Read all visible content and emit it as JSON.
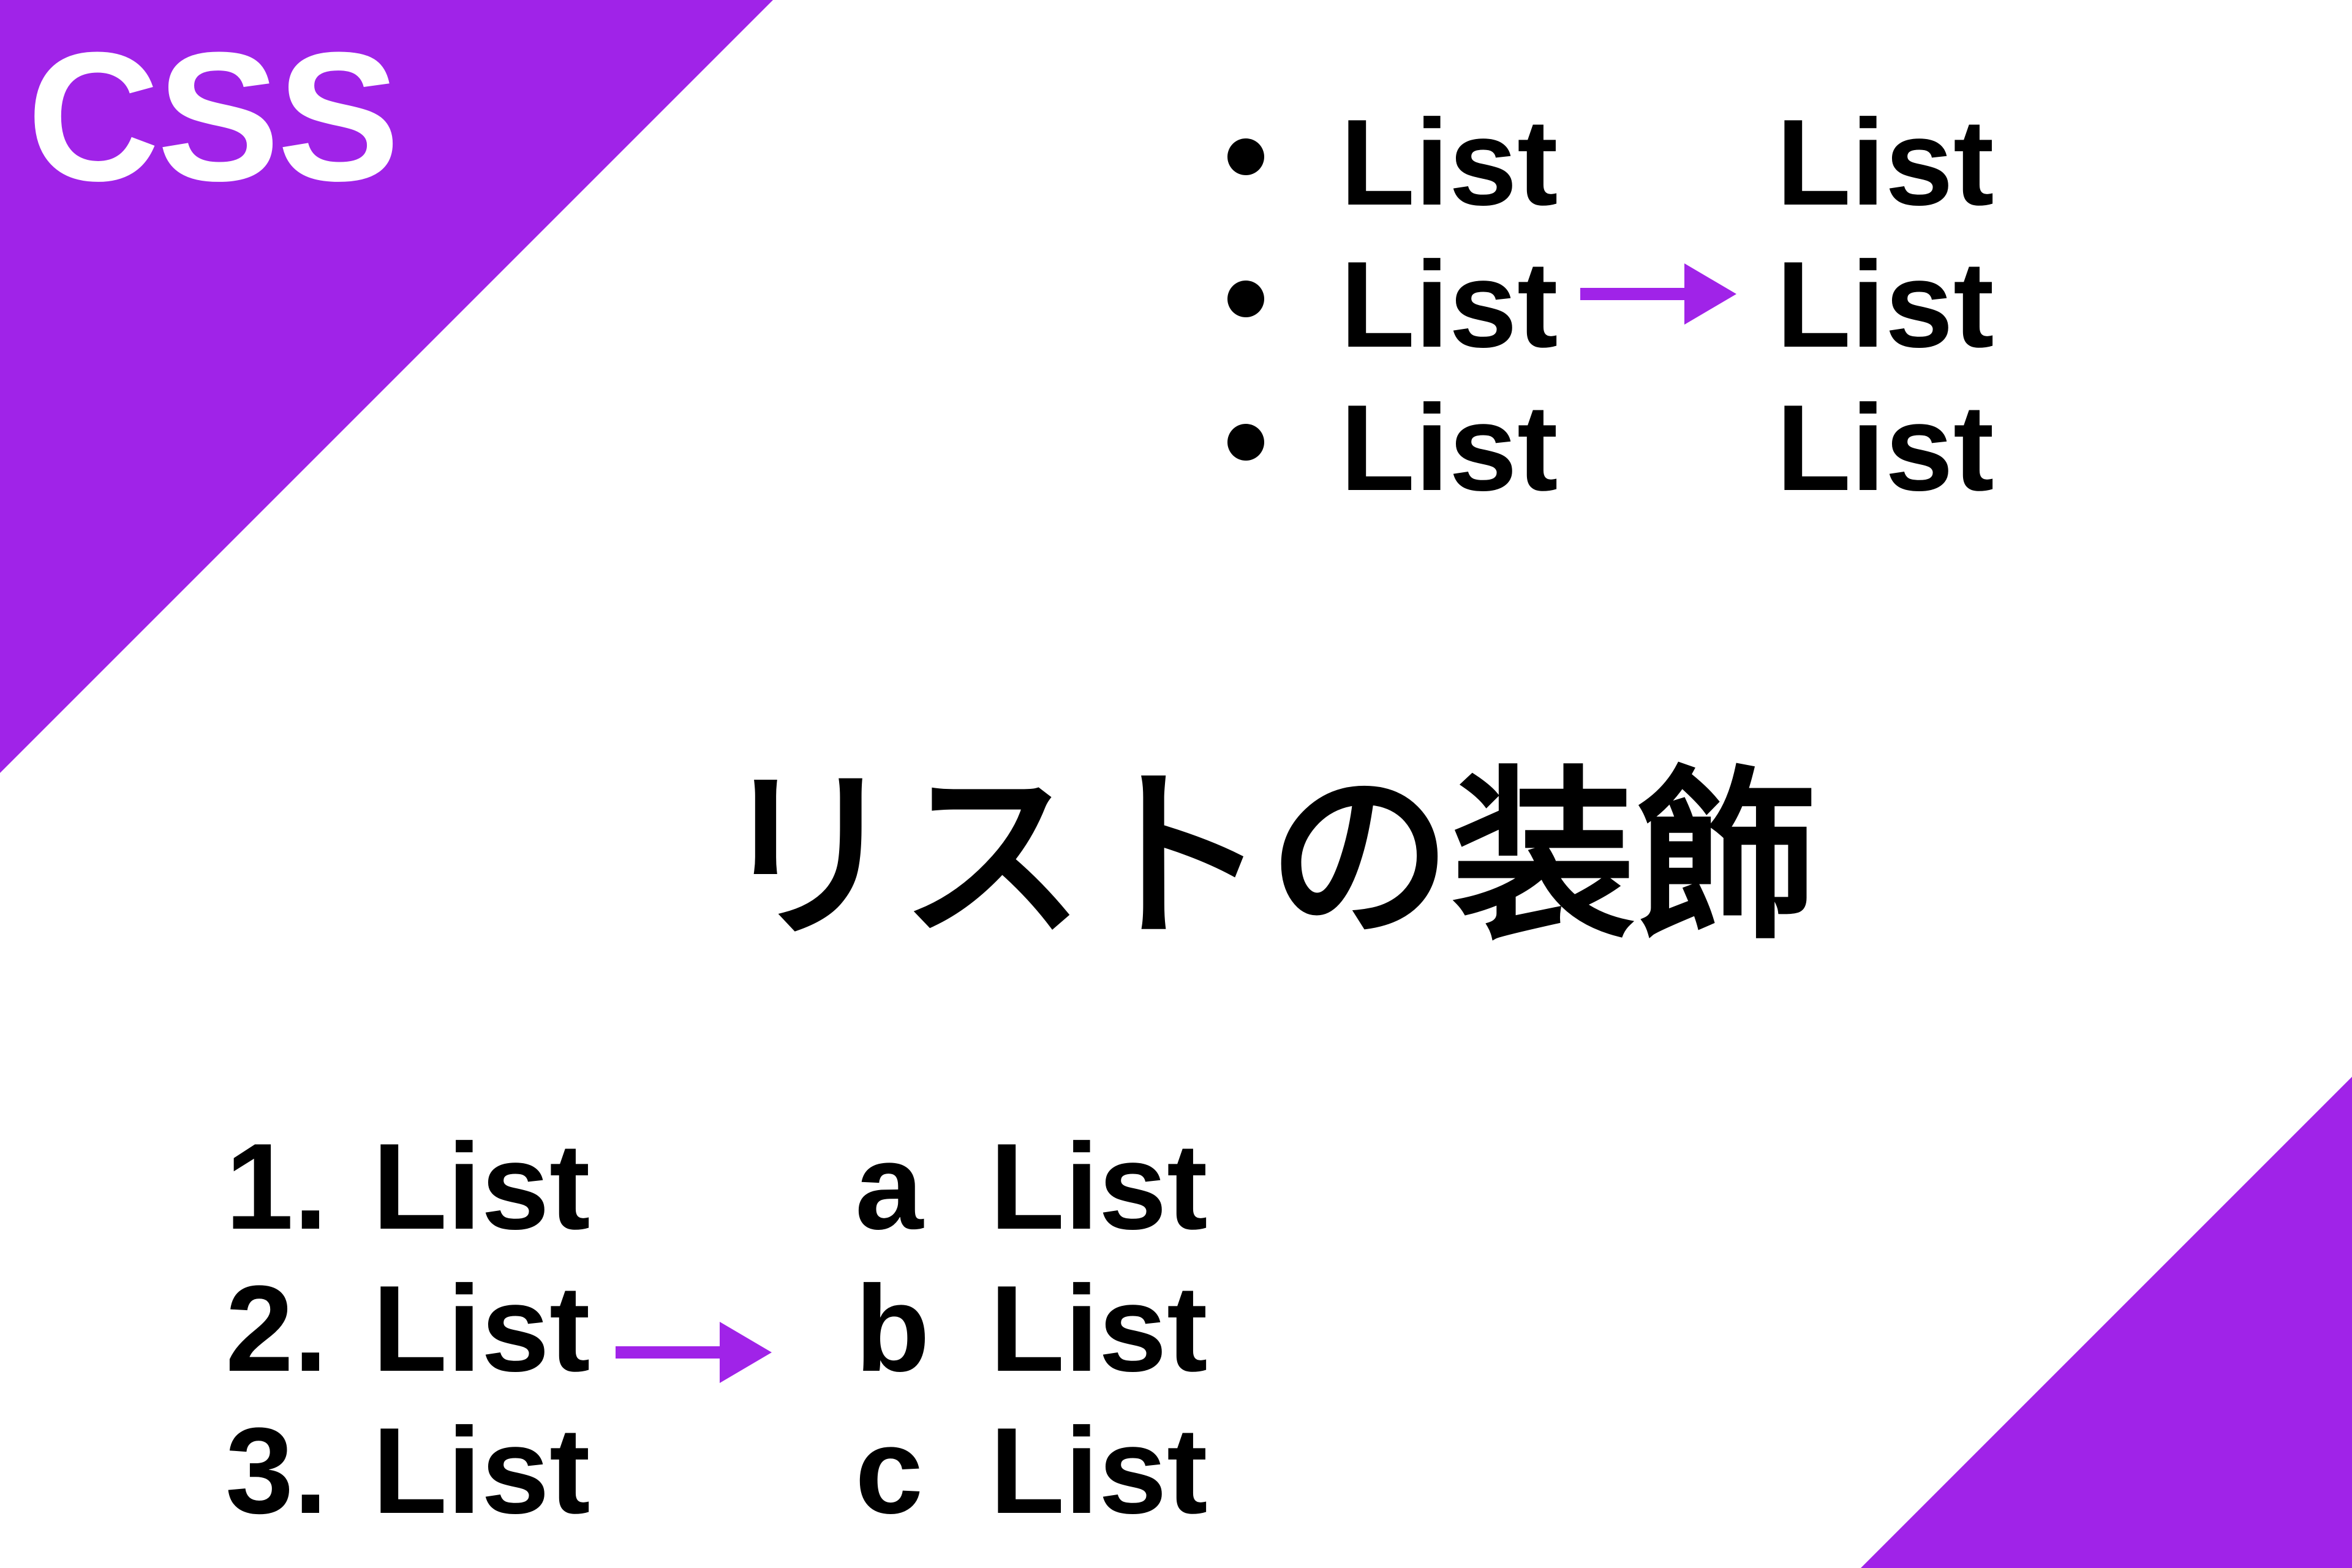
{
  "colors": {
    "accent": "#A023E8",
    "text": "#000000",
    "background": "#FFFFFF"
  },
  "badge": {
    "label": "CSS"
  },
  "title": "リストの装飾",
  "unordered_example": {
    "before": [
      {
        "marker": "bullet",
        "label": "List"
      },
      {
        "marker": "bullet",
        "label": "List"
      },
      {
        "marker": "bullet",
        "label": "List"
      }
    ],
    "after": [
      {
        "marker": "none",
        "label": "List"
      },
      {
        "marker": "none",
        "label": "List"
      },
      {
        "marker": "none",
        "label": "List"
      }
    ],
    "arrow_icon": "arrow-right-icon"
  },
  "ordered_example": {
    "before": [
      {
        "marker": "1.",
        "label": "List"
      },
      {
        "marker": "2.",
        "label": "List"
      },
      {
        "marker": "3.",
        "label": "List"
      }
    ],
    "after": [
      {
        "marker": "a",
        "label": "List"
      },
      {
        "marker": "b",
        "label": "List"
      },
      {
        "marker": "c",
        "label": "List"
      }
    ],
    "arrow_icon": "arrow-right-icon"
  }
}
